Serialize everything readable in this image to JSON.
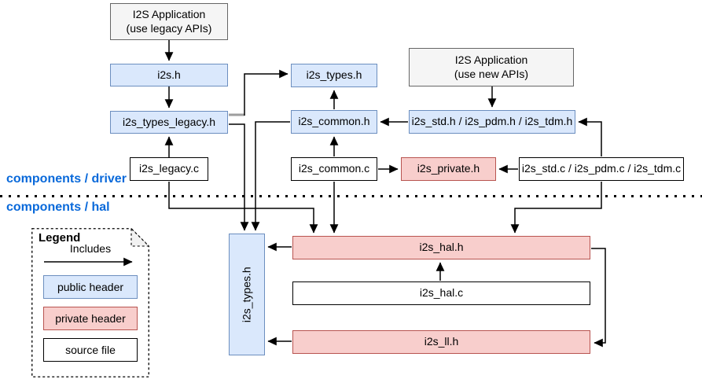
{
  "sections": {
    "driver_label": "components / driver",
    "hal_label": "components / hal"
  },
  "nodes": {
    "app_legacy_line1": "I2S Application",
    "app_legacy_line2": "(use legacy APIs)",
    "app_new_line1": "I2S Application",
    "app_new_line2": "(use new APIs)",
    "i2s_h": "i2s.h",
    "i2s_types_legacy_h": "i2s_types_legacy.h",
    "i2s_legacy_c": "i2s_legacy.c",
    "i2s_types_h_driver": "i2s_types.h",
    "i2s_common_h": "i2s_common.h",
    "i2s_common_c": "i2s_common.c",
    "i2s_private_h": "i2s_private.h",
    "i2s_std_pdm_tdm_h": "i2s_std.h / i2s_pdm.h / i2s_tdm.h",
    "i2s_std_pdm_tdm_c": "i2s_std.c / i2s_pdm.c / i2s_tdm.c",
    "i2s_types_h_hal": "i2s_types.h",
    "i2s_hal_h": "i2s_hal.h",
    "i2s_hal_c": "i2s_hal.c",
    "i2s_ll_h": "i2s_ll.h"
  },
  "legend": {
    "title": "Legend",
    "arrow_label": "Includes",
    "public_header": "public header",
    "private_header": "private header",
    "source_file": "source file"
  },
  "edges": [
    {
      "from": "I2S Application (use legacy APIs)",
      "to": "i2s.h"
    },
    {
      "from": "i2s.h",
      "to": "i2s_types_legacy.h"
    },
    {
      "from": "i2s_legacy.c",
      "to": "i2s_types_legacy.h"
    },
    {
      "from": "i2s_types_legacy.h",
      "to": "i2s_types.h (driver)"
    },
    {
      "from": "i2s_types_legacy.h",
      "to": "i2s_types.h (hal)"
    },
    {
      "from": "i2s_common.h",
      "to": "i2s_types.h (driver)"
    },
    {
      "from": "i2s_common.h",
      "to": "i2s_types.h (hal)"
    },
    {
      "from": "i2s_common.c",
      "to": "i2s_common.h"
    },
    {
      "from": "i2s_common.c",
      "to": "i2s_private.h"
    },
    {
      "from": "i2s_common.c",
      "to": "i2s_hal.h"
    },
    {
      "from": "i2s_legacy.c",
      "to": "i2s_hal.h"
    },
    {
      "from": "I2S Application (use new APIs)",
      "to": "i2s_std.h / i2s_pdm.h / i2s_tdm.h"
    },
    {
      "from": "i2s_std.h / i2s_pdm.h / i2s_tdm.h",
      "to": "i2s_common.h"
    },
    {
      "from": "i2s_std.c / i2s_pdm.c / i2s_tdm.c",
      "to": "i2s_std.h / i2s_pdm.h / i2s_tdm.h"
    },
    {
      "from": "i2s_std.c / i2s_pdm.c / i2s_tdm.c",
      "to": "i2s_private.h"
    },
    {
      "from": "i2s_std.c / i2s_pdm.c / i2s_tdm.c",
      "to": "i2s_hal.h"
    },
    {
      "from": "i2s_hal.c",
      "to": "i2s_hal.h"
    },
    {
      "from": "i2s_hal.h",
      "to": "i2s_ll.h"
    },
    {
      "from": "i2s_hal.h",
      "to": "i2s_types.h (hal)"
    },
    {
      "from": "i2s_ll.h",
      "to": "i2s_types.h (hal)"
    }
  ],
  "colors": {
    "public_fill": "#dae8fc",
    "public_border": "#6c8ebf",
    "private_fill": "#f8cecc",
    "private_border": "#b85450",
    "app_fill": "#f5f5f5",
    "app_border": "#666666",
    "source_fill": "#ffffff",
    "source_border": "#000000",
    "section_label": "#0969da",
    "line": "#000000"
  }
}
